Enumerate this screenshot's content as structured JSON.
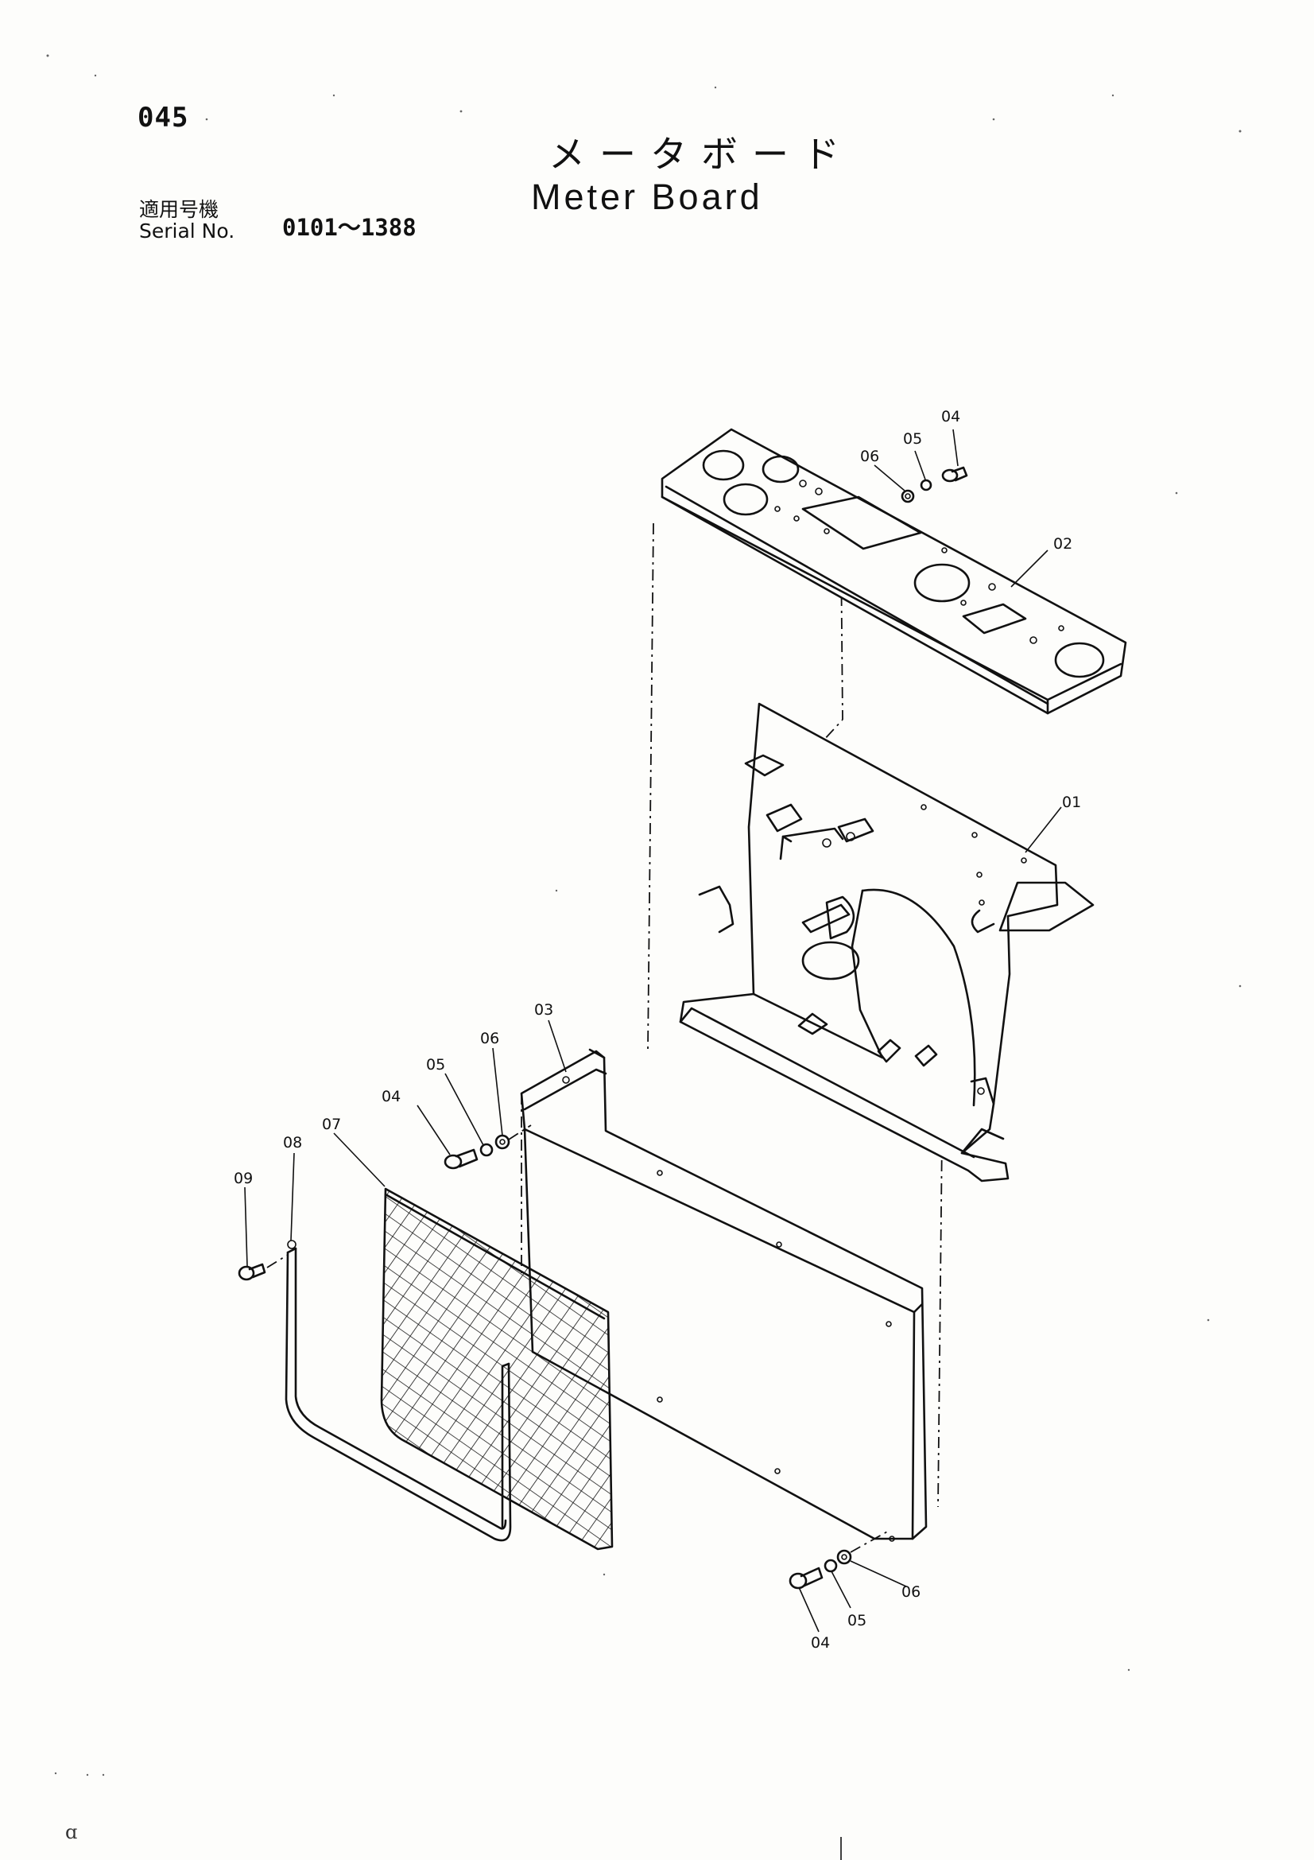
{
  "page_number": "045",
  "title_japanese": "メータボード",
  "title_english": "Meter Board",
  "serial": {
    "label_japanese": "適用号機",
    "label_english": "Serial No.",
    "range": "0101～1388"
  },
  "corner_mark": "ɑ",
  "part_callouts": {
    "c01": "01",
    "c02": "02",
    "c03": "03",
    "c04a": "04",
    "c05a": "05",
    "c06a": "06",
    "c04b": "04",
    "c05b": "05",
    "c06b": "06",
    "c04c": "04",
    "c05c": "05",
    "c06c": "06",
    "c07": "07",
    "c08": "08",
    "c09": "09"
  }
}
